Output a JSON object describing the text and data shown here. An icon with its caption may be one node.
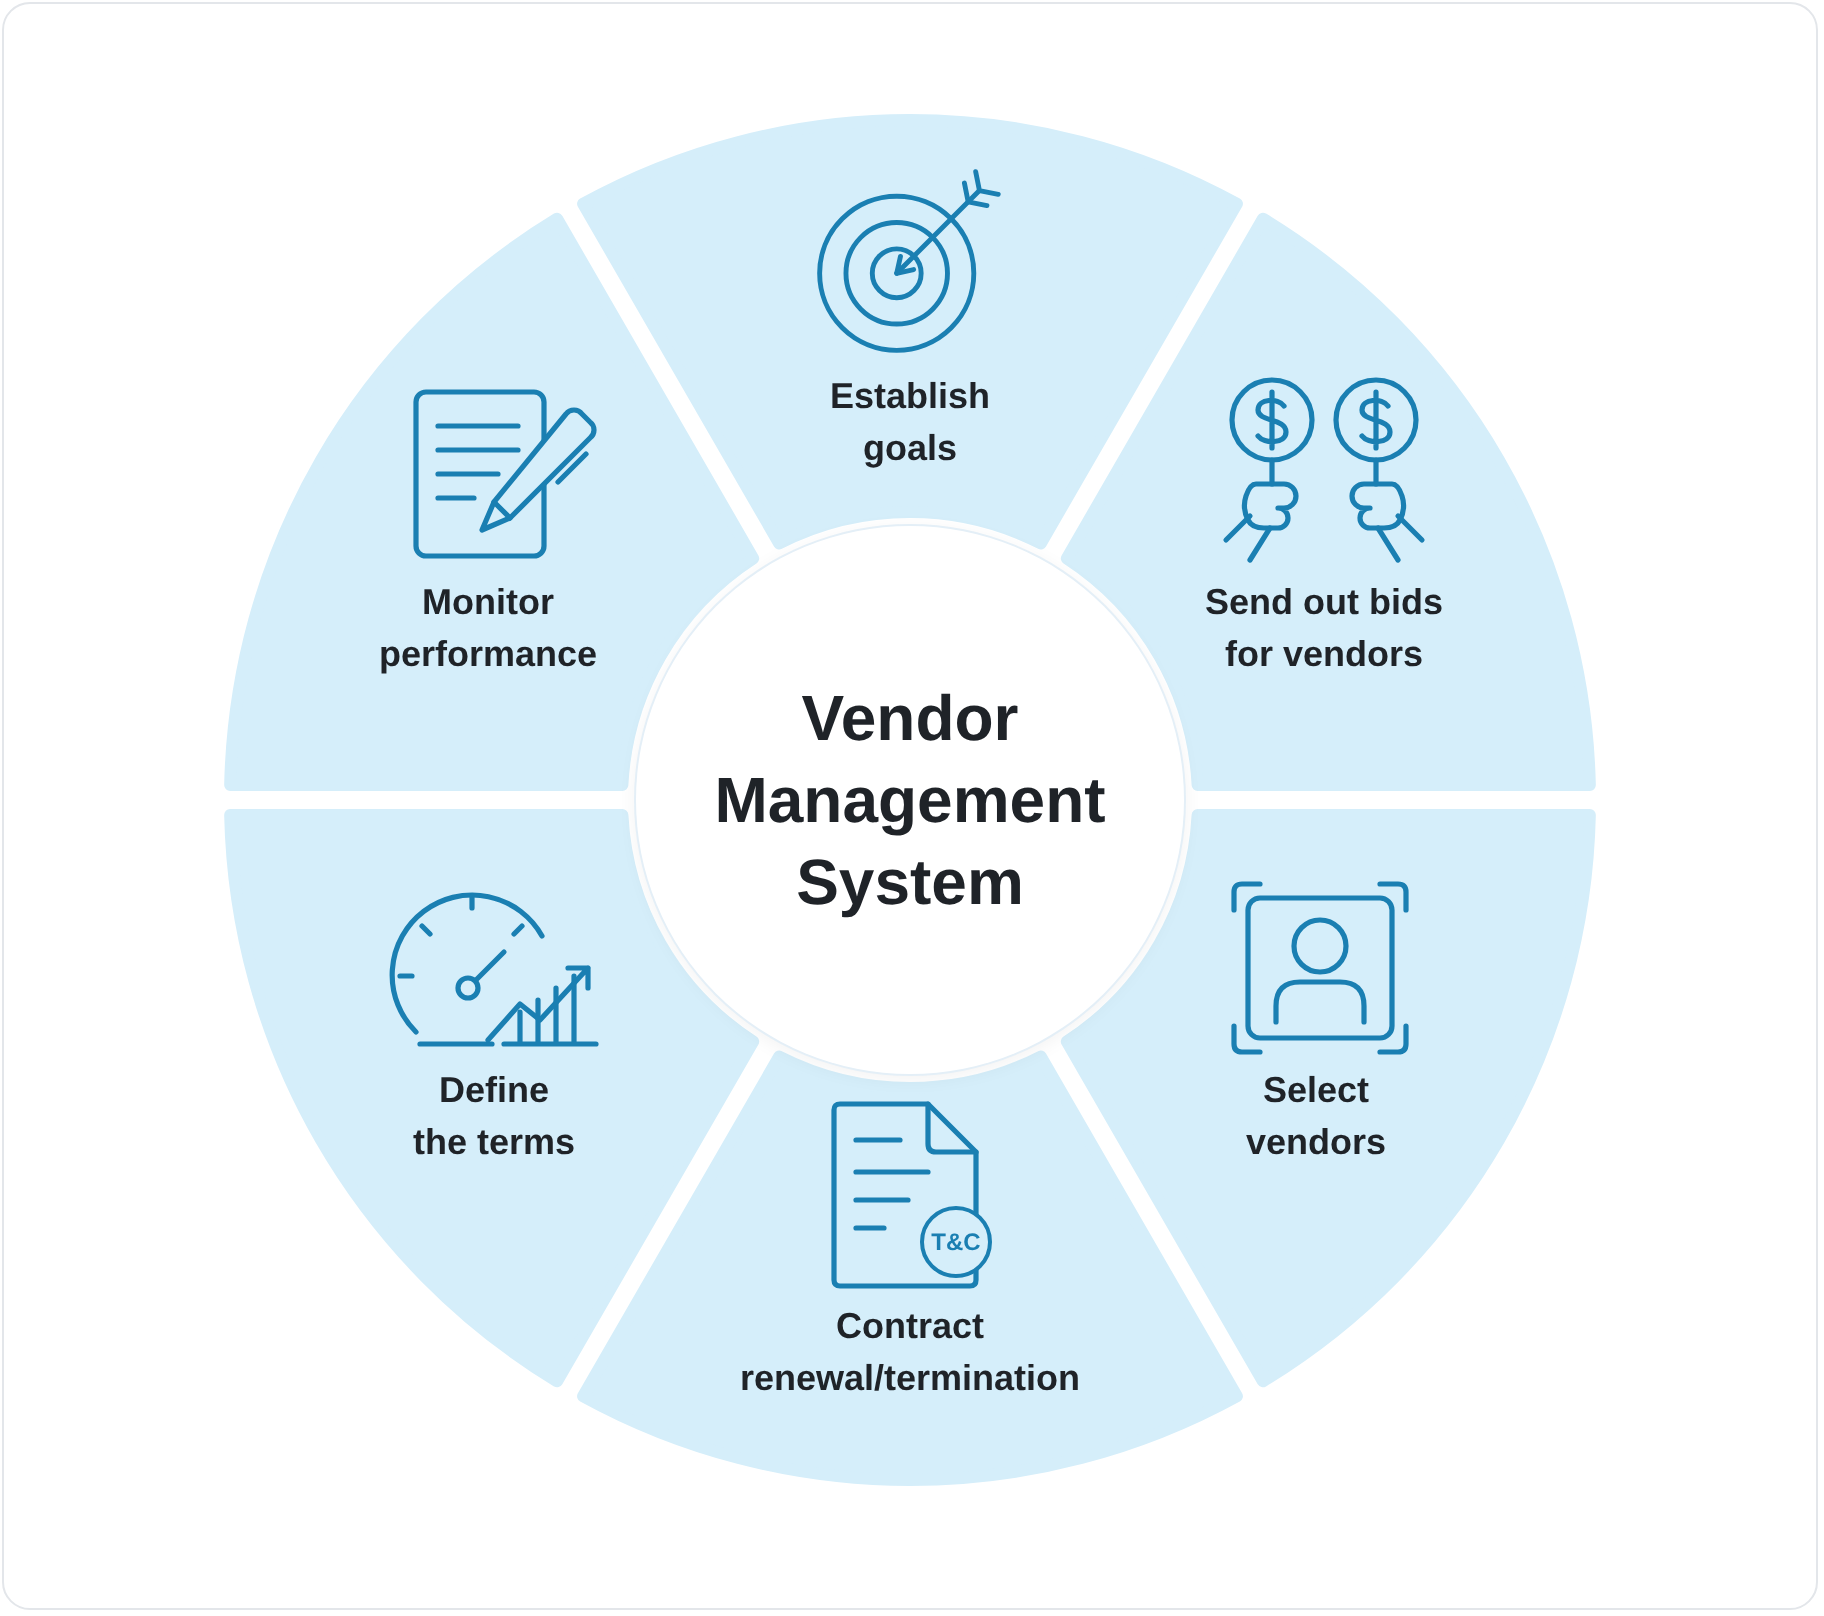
{
  "diagram": {
    "nodes": [
      {
        "text": [
          "Vendor Management System"
        ]
      },
      {
        "text": [
          "Establish goals"
        ]
      },
      {
        "text": [
          "Send out bids for vendors"
        ]
      },
      {
        "text": [
          "Select vendors"
        ]
      },
      {
        "text": [
          "Contract renewal/termination"
        ]
      },
      {
        "text": [
          "T&C"
        ],
        "in": 4
      },
      {
        "text": [
          "Define the terms"
        ]
      },
      {
        "text": [
          "Monitor performance"
        ]
      }
    ]
  }
}
